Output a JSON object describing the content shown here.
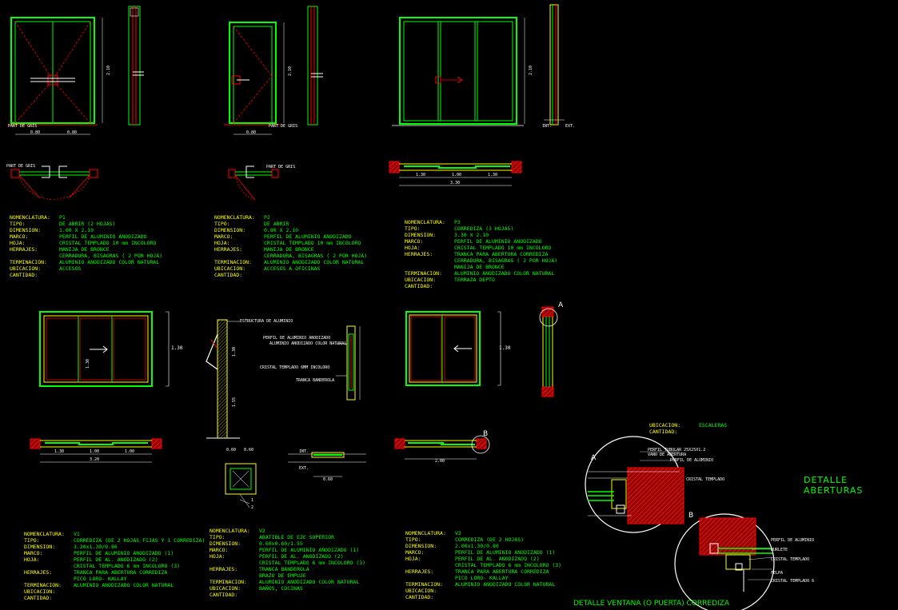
{
  "colors": {
    "background": "#000000",
    "green": "#00ff00",
    "red": "#ff0000",
    "yellow": "#ffff00",
    "white": "#ffffff",
    "orange": "#ff6600"
  },
  "drawing_title": "DETALLE ABERTURAS",
  "detail_caption": "DETALLE VENTANA (O PUERTA) CORREDIZA",
  "markers": {
    "a": "A",
    "b": "B"
  },
  "labels": {
    "int": "INT.",
    "ext": "EXT.",
    "part_de_gris": "PART DE GRIS",
    "dim_p1_h": "2.10",
    "dim_p1_w1": "0.80",
    "dim_p1_w2": "0.80",
    "dim_p2_w": "0.80",
    "dim_p2_h": "2.10",
    "dim_p3_h": "2.10",
    "dim_p3_w1": "1.30",
    "dim_p3_w2": "1.00",
    "dim_p3_w3": "1.30",
    "dim_p3_total": "3.30",
    "dim_v1_h": "1.30",
    "dim_v1_a": "1.30",
    "dim_v1_b": "1.00",
    "dim_v1_c": "1.00",
    "dim_v1_total": "3.20",
    "dim_v3_h": "1.30",
    "dim_v3_total": "2.00",
    "dim_v2_a": "0.60",
    "dim_v2_b": "0.60",
    "dim_v2_c": "1.30",
    "dim_v2_d": "1.55",
    "dim_v2_e": "0.60",
    "v2_estructura": "ESTRUCTURA DE ALUMINIO",
    "v2_perfil": "PERFIL DE ALUMINIO ANODIZADO",
    "v2_aluminio_color": "ALUMINIO ANODIZADO COLOR NATURAL",
    "v2_cristal": "CRISTAL TEMPLADO 6MM INCOLORO",
    "v2_tranca": "TRANCA BANDEROLA",
    "num1": "1",
    "num2": "2",
    "detA_1": "PERFIL TUBULAR 25X25X1.2",
    "detA_2": "VANO DE ABERTURA",
    "detA_3": "PERFIL DE ALUMINIO",
    "detA_4": "CRISTAL TEMPLADO",
    "detB_1": "PERFIL DE ALUMINIO",
    "detB_2": "BURLETE",
    "detB_3": "CRISTAL TEMPLADO",
    "detB_4": "FELPA",
    "detB_5": "CRISTAL TEMPLADO 6"
  },
  "specs": {
    "p1": [
      {
        "k": "NOMENCLATURA:",
        "v": "P1"
      },
      {
        "k": "TIPO:",
        "v": "DE ABRIR (2 HOJAS)"
      },
      {
        "k": "DIMENSION:",
        "v": "1.60 X 2.10"
      },
      {
        "k": "MARCO:",
        "v": "PERFIL DE ALUMINIO ANODIZADO"
      },
      {
        "k": "HOJA:",
        "v": "CRISTAL TEMPLADO 10 mm INCOLORO"
      },
      {
        "k": "HERRAJES:",
        "v": "MANIJA DE BRONCE"
      },
      {
        "k": "",
        "v": "CERRADURA, BISAGRAS ( 2 POR HOJA)"
      },
      {
        "k": "TERMINACION:",
        "v": "ALUMINIO ANODIZADO COLOR NATURAL"
      },
      {
        "k": "UBICACION:",
        "v": "ACCESOS"
      },
      {
        "k": "CANTIDAD:",
        "v": ""
      }
    ],
    "p2": [
      {
        "k": "NOMENCLATURA:",
        "v": "P2"
      },
      {
        "k": "TIPO:",
        "v": "DE ABRIR"
      },
      {
        "k": "DIMENSION:",
        "v": "0.80 X 2.10"
      },
      {
        "k": "MARCO:",
        "v": "PERFIL DE ALUMINIO ANODIZADO"
      },
      {
        "k": "HOJA:",
        "v": "CRISTAL TEMPLADO 10 mm INCOLORO"
      },
      {
        "k": "HERRAJES:",
        "v": "MANIJA DE BRONCE"
      },
      {
        "k": "",
        "v": "CERRADURA, BISAGRAS ( 2 POR HOJA)"
      },
      {
        "k": "TERMINACION:",
        "v": "ALUMINIO ANODIZADO COLOR NATURAL"
      },
      {
        "k": "UBICACION:",
        "v": "ACCESOS A OFICINAS"
      },
      {
        "k": "CANTIDAD:",
        "v": ""
      }
    ],
    "p3": [
      {
        "k": "NOMENCLATURA:",
        "v": "P3"
      },
      {
        "k": "TIPO:",
        "v": "CORREDIZA (3 HOJAS)"
      },
      {
        "k": "DIMENSION:",
        "v": "3.30 X 2.10"
      },
      {
        "k": "MARCO:",
        "v": "PERFIL DE ALUMINIO ANODIZADO"
      },
      {
        "k": "HOJA:",
        "v": "CRISTAL TEMPLADO 10 mm INCOLORO"
      },
      {
        "k": "HERRAJES:",
        "v": "TRANCA PARA ABERTURA CORREDIZA"
      },
      {
        "k": "",
        "v": "CERRADURA, BISAGRAS ( 2 POR HOJA)"
      },
      {
        "k": "",
        "v": "MANIJA DE BRONCE"
      },
      {
        "k": "TERMINACION:",
        "v": "ALUMINIO ANODIZADO COLOR NATURAL"
      },
      {
        "k": "UBICACION:",
        "v": "TERRAZA DEPTO"
      },
      {
        "k": "CANTIDAD:",
        "v": ""
      }
    ],
    "v1": [
      {
        "k": "NOMENCLATURA:",
        "v": "V1"
      },
      {
        "k": "TIPO:",
        "v": "CORREDIZA (DE 2 HOJAS FIJAS Y 1 CORREDIZA)"
      },
      {
        "k": "DIMENSION:",
        "v": "3.20x1.30/0.80"
      },
      {
        "k": "MARCO:",
        "v": "PERFIL DE ALUMINIO ANODIZADO (1)"
      },
      {
        "k": "HOJA:",
        "v": "PERFIL DE AL. ANODIZADO (2)"
      },
      {
        "k": "",
        "v": "CRISTAL TEMPLADO 6 mm INCOLORO (3)"
      },
      {
        "k": "HERRAJES:",
        "v": "TRANCA PARA ABERTURA CORREDIZA"
      },
      {
        "k": "",
        "v": "PICO LORO- KALLAY"
      },
      {
        "k": "TERMINACION:",
        "v": "ALUMINIO ANODIZADO COLOR NATURAL"
      },
      {
        "k": "UBICACION:",
        "v": ""
      },
      {
        "k": "CANTIDAD:",
        "v": ""
      }
    ],
    "v2": [
      {
        "k": "NOMENCLATURA:",
        "v": "V2"
      },
      {
        "k": "TIPO:",
        "v": "ABATIBLE DE EJE SUPERIOR"
      },
      {
        "k": "DIMENSION:",
        "v": "0.60x0.60/1.55"
      },
      {
        "k": "MARCO:",
        "v": "PERFIL DE ALUMINIO ANODIZADO (1)"
      },
      {
        "k": "HOJA:",
        "v": "PERFIL DE AL. ANODIZADO (2)"
      },
      {
        "k": "",
        "v": "CRISTAL TEMPLADO 6 mm INCOLORO (3)"
      },
      {
        "k": "HERRAJES:",
        "v": "TRANCA BANDEROLA"
      },
      {
        "k": "",
        "v": "BRAZO DE EMPUJE"
      },
      {
        "k": "TERMINACION:",
        "v": "ALUMINIO ANODIZADO COLOR NATURAL"
      },
      {
        "k": "UBICACION:",
        "v": "BAÑOS, COCINAS"
      },
      {
        "k": "CANTIDAD:",
        "v": ""
      }
    ],
    "v3": [
      {
        "k": "NOMENCLATURA:",
        "v": "V3"
      },
      {
        "k": "TIPO:",
        "v": "CORREDIZA (DE 2 HOJAS)"
      },
      {
        "k": "DIMENSION:",
        "v": "2.00x1.30/0.80"
      },
      {
        "k": "MARCO:",
        "v": "PERFIL DE ALUMINIO ANODIZADO (1)"
      },
      {
        "k": "HOJA:",
        "v": "PERFIL DE AL. ANODIZADO (2)"
      },
      {
        "k": "",
        "v": "CRISTAL TEMPLADO 6 mm INCOLORO (3)"
      },
      {
        "k": "HERRAJES:",
        "v": "TRANCA PARA ABERTURA CORREDIZA"
      },
      {
        "k": "",
        "v": "PICO LORO- KALLAY"
      },
      {
        "k": "TERMINACION:",
        "v": "ALUMINIO ANODIZADO COLOR NATURAL"
      },
      {
        "k": "UBICACION:",
        "v": ""
      },
      {
        "k": "CANTIDAD:",
        "v": ""
      }
    ],
    "detalle": [
      {
        "k": "UBICACION:",
        "v": "ESCALERAS"
      },
      {
        "k": "CANTIDAD:",
        "v": ""
      }
    ]
  }
}
